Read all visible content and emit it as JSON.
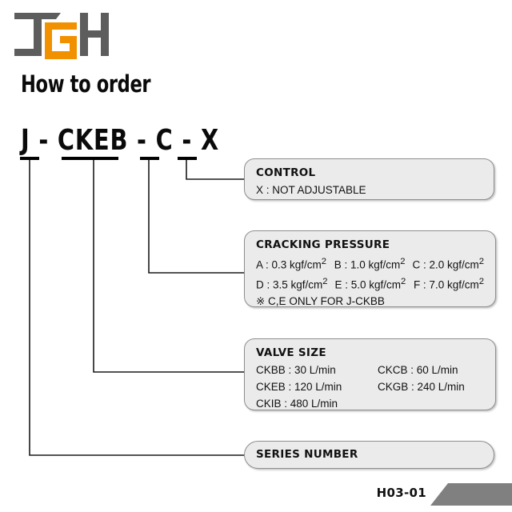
{
  "logo": {
    "name": "JGH",
    "letters": [
      "J",
      "G",
      "H"
    ],
    "gray": "#5d5d5d",
    "orange": "#f29100"
  },
  "heading": "How to order",
  "part_code": {
    "full": "J - CKEB - C - X",
    "segments": [
      {
        "key": "series",
        "text": "J"
      },
      {
        "key": "valve",
        "text": "CKEB"
      },
      {
        "key": "cracking",
        "text": "C"
      },
      {
        "key": "control",
        "text": "X"
      }
    ]
  },
  "boxes": {
    "control": {
      "title": "CONTROL",
      "lines": [
        "X : NOT ADJUSTABLE"
      ]
    },
    "cracking": {
      "title": "CRACKING PRESSURE",
      "rows": [
        [
          "A : 0.3 kgf/cm",
          "B : 1.0 kgf/cm",
          "C : 2.0 kgf/cm"
        ],
        [
          "D : 3.5 kgf/cm",
          "E : 5.0 kgf/cm",
          "F : 7.0 kgf/cm"
        ]
      ],
      "unit_sup": "2",
      "note": "※ C,E ONLY FOR J-CKBB"
    },
    "valve": {
      "title": "VALVE  SIZE",
      "rows": [
        [
          "CKBB : 30 L/min",
          "CKCB : 60 L/min"
        ],
        [
          "CKEB : 120 L/min",
          "CKGB : 240 L/min"
        ],
        [
          "CKIB  :  480 L/min",
          ""
        ]
      ]
    },
    "series": {
      "title": "SERIES NUMBER"
    }
  },
  "footer": {
    "code": "H03-01",
    "shape_color": "#808080"
  }
}
